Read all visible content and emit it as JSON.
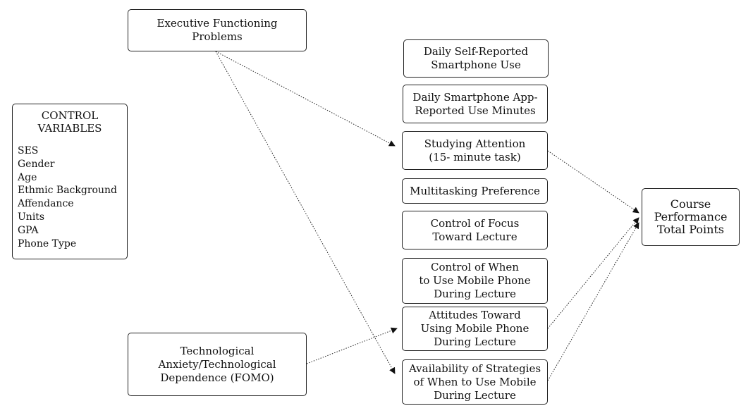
{
  "diagram": {
    "nodes": {
      "executive_functioning": [
        "Executive Functioning",
        "Problems"
      ],
      "tech_anxiety": [
        "Technological",
        "Anxiety/Technological",
        "Dependence (FOMO)"
      ],
      "self_reported_use": [
        "Daily Self-Reported",
        "Smartphone Use"
      ],
      "app_reported_use": [
        "Daily Smartphone App-",
        "Reported Use Minutes"
      ],
      "studying_attention": [
        "Studying Attention",
        "(15- minute task)"
      ],
      "multitasking_preference": [
        "Multitasking Preference"
      ],
      "control_focus": [
        "Control of Focus",
        "Toward Lecture"
      ],
      "control_when_phone": [
        "Control of When",
        "to Use Mobile Phone",
        "During Lecture"
      ],
      "attitudes_phone": [
        "Attitudes Toward",
        "Using Mobile Phone",
        "During Lecture"
      ],
      "availability_strategies": [
        "Availability of Strategies",
        "of When to Use Mobile",
        "During Lecture"
      ],
      "course_performance": [
        "Course",
        "Performance",
        "Total Points"
      ]
    },
    "control_variables": {
      "title": [
        "CONTROL",
        "VARIABLES"
      ],
      "items": [
        "SES",
        "Gender",
        "Age",
        "Ethmic Background",
        "Affendance",
        "Units",
        "GPA",
        "Phone Type"
      ]
    },
    "edges": [
      {
        "from": "executive_functioning",
        "to": "studying_attention",
        "style": "dotted"
      },
      {
        "from": "executive_functioning",
        "to": "availability_strategies",
        "style": "dotted"
      },
      {
        "from": "tech_anxiety",
        "to": "attitudes_phone",
        "style": "dotted"
      },
      {
        "from": "studying_attention",
        "to": "course_performance",
        "style": "dotted"
      },
      {
        "from": "attitudes_phone",
        "to": "course_performance",
        "style": "dotted"
      },
      {
        "from": "availability_strategies",
        "to": "course_performance",
        "style": "dotted"
      }
    ],
    "colors": {
      "stroke": "#222222",
      "arrow": "#111111",
      "background": "#ffffff"
    }
  }
}
